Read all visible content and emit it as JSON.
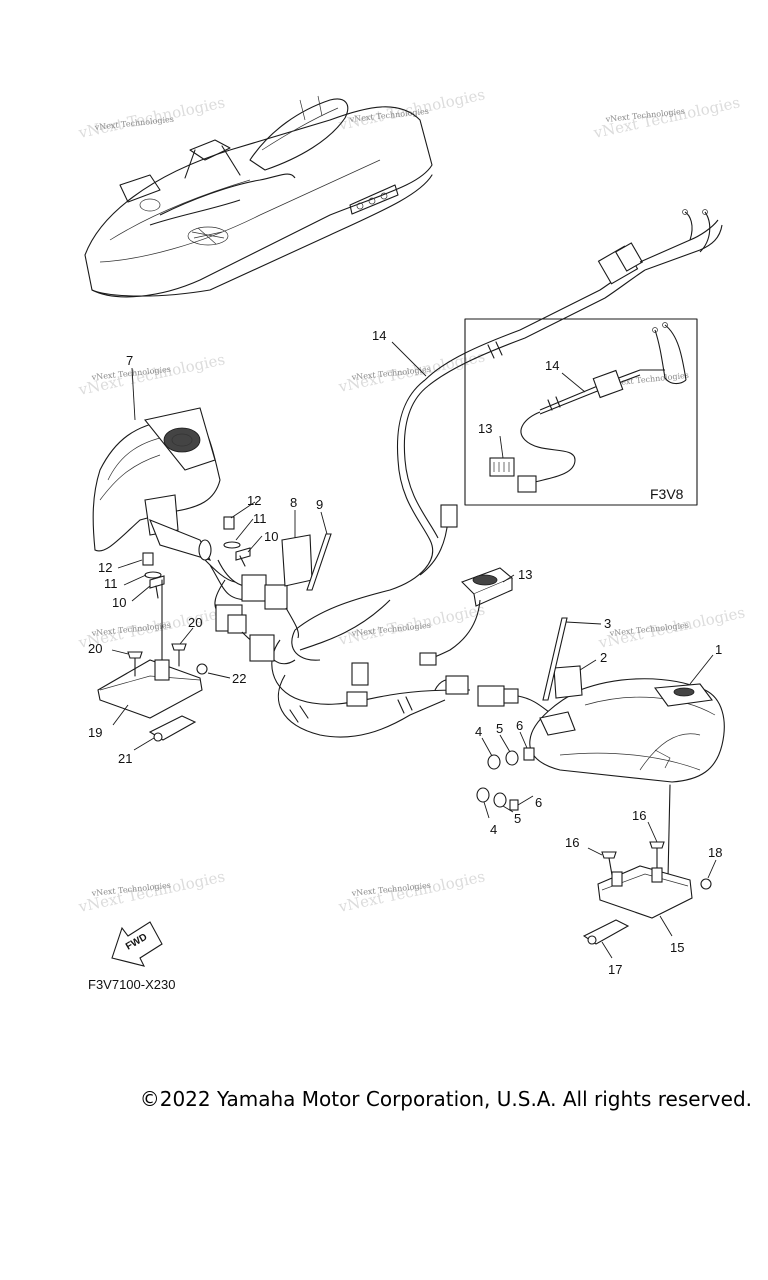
{
  "diagram": {
    "callouts": {
      "c1": "1",
      "c2": "2",
      "c3": "3",
      "c4a": "4",
      "c4b": "4",
      "c5a": "5",
      "c5b": "5",
      "c6a": "6",
      "c6b": "6",
      "c7": "7",
      "c8": "8",
      "c9": "9",
      "c10a": "10",
      "c10b": "10",
      "c11a": "11",
      "c11b": "11",
      "c12a": "12",
      "c12b": "12",
      "c13a": "13",
      "c13b": "13",
      "c14a": "14",
      "c14b": "14",
      "c15": "15",
      "c16a": "16",
      "c16b": "16",
      "c17": "17",
      "c18": "18",
      "c19": "19",
      "c20a": "20",
      "c20b": "20",
      "c21": "21",
      "c22": "22"
    },
    "inset_label": "F3V8",
    "arrow_label": "FWD",
    "drawing_code": "F3V7100-X230",
    "watermark": "vNext Technologies"
  },
  "footer": {
    "copyright": "©2022 Yamaha Motor Corporation, U.S.A. All rights reserved."
  }
}
